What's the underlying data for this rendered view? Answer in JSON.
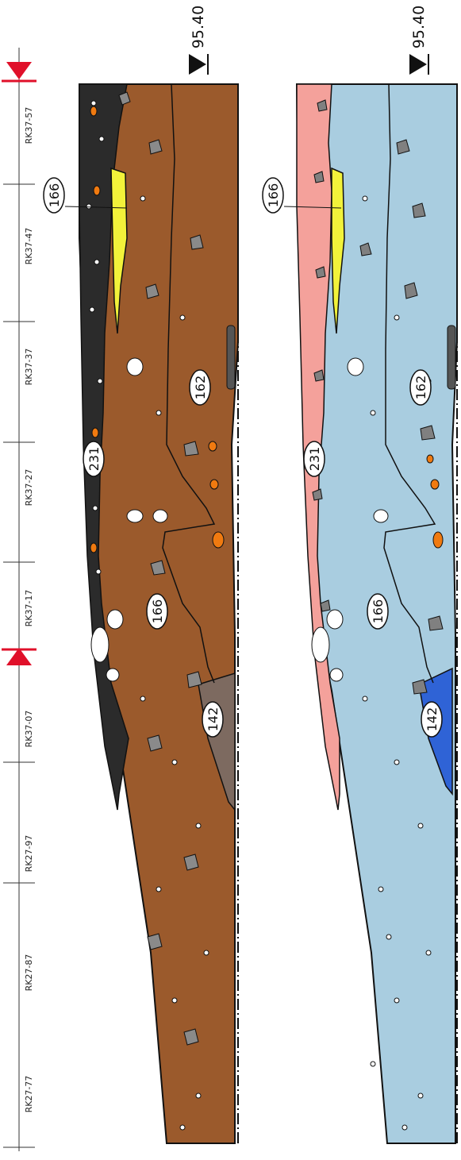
{
  "stations": [
    {
      "id": "RK37-57",
      "label": "RK37-57"
    },
    {
      "id": "RK37-47",
      "label": "RK37-47"
    },
    {
      "id": "RK37-37",
      "label": "RK37-37"
    },
    {
      "id": "RK37-27",
      "label": "RK37-27"
    },
    {
      "id": "RK37-17",
      "label": "RK37-17"
    },
    {
      "id": "RK37-07",
      "label": "RK37-07"
    },
    {
      "id": "RK27-97",
      "label": "RK27-97"
    },
    {
      "id": "RK27-87",
      "label": "RK27-87"
    },
    {
      "id": "RK27-77",
      "label": "RK27-77"
    }
  ],
  "elevation": {
    "label": "95.40"
  },
  "profiles": [
    {
      "id": "upper",
      "colors": {
        "layer231": "#2b2b2b",
        "layer166": "#9b5a2c",
        "layer162": "#9b5a2c",
        "layer142": "#7d6a60",
        "stones": "#8a8a8a"
      },
      "tags": [
        {
          "id": "166",
          "label": "166"
        },
        {
          "id": "231",
          "label": "231"
        },
        {
          "id": "162",
          "label": "162"
        },
        {
          "id": "166b",
          "label": "166"
        },
        {
          "id": "142",
          "label": "142"
        }
      ]
    },
    {
      "id": "lower",
      "colors": {
        "layer231": "#f4a19b",
        "layer166": "#a9cde0",
        "layer162": "#a9cde0",
        "layer142": "#2f63d6",
        "stones": "#808080"
      },
      "tags": [
        {
          "id": "166",
          "label": "166"
        },
        {
          "id": "231",
          "label": "231"
        },
        {
          "id": "162",
          "label": "162"
        },
        {
          "id": "166b",
          "label": "166"
        },
        {
          "id": "142",
          "label": "142"
        }
      ]
    }
  ],
  "accent_colors": {
    "marker_red": "#e0102a",
    "orange_clast": "#f07a10",
    "yellow_lens": "#f2f23a"
  }
}
